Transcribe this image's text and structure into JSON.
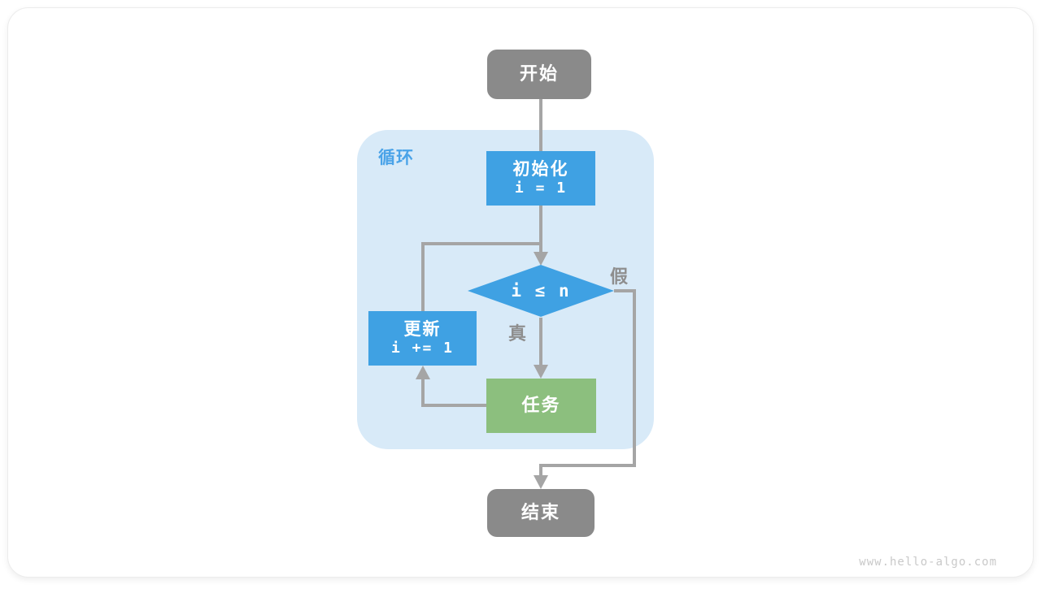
{
  "page": {
    "watermark": "www.hello-algo.com"
  },
  "colors": {
    "node_blue": "#3fa1e3",
    "node_green": "#8cbf7e",
    "node_gray": "#8a8a8a",
    "loop_container_bg": "#d8eaf8",
    "loop_label_text": "#4aa3e8",
    "connector_line": "#a5a5a5",
    "branch_label_text": "#8e8e8e",
    "watermark_text": "#c9c9c9"
  },
  "flowchart": {
    "loop_label": "循环",
    "nodes": {
      "start": {
        "label": "开始"
      },
      "init": {
        "label": "初始化",
        "code": "i = 1"
      },
      "condition": {
        "label": "i ≤ n"
      },
      "update": {
        "label": "更新",
        "code": "i += 1"
      },
      "task": {
        "label": "任务"
      },
      "end": {
        "label": "结束"
      }
    },
    "branch_labels": {
      "true_branch": "真",
      "false_branch": "假"
    }
  }
}
